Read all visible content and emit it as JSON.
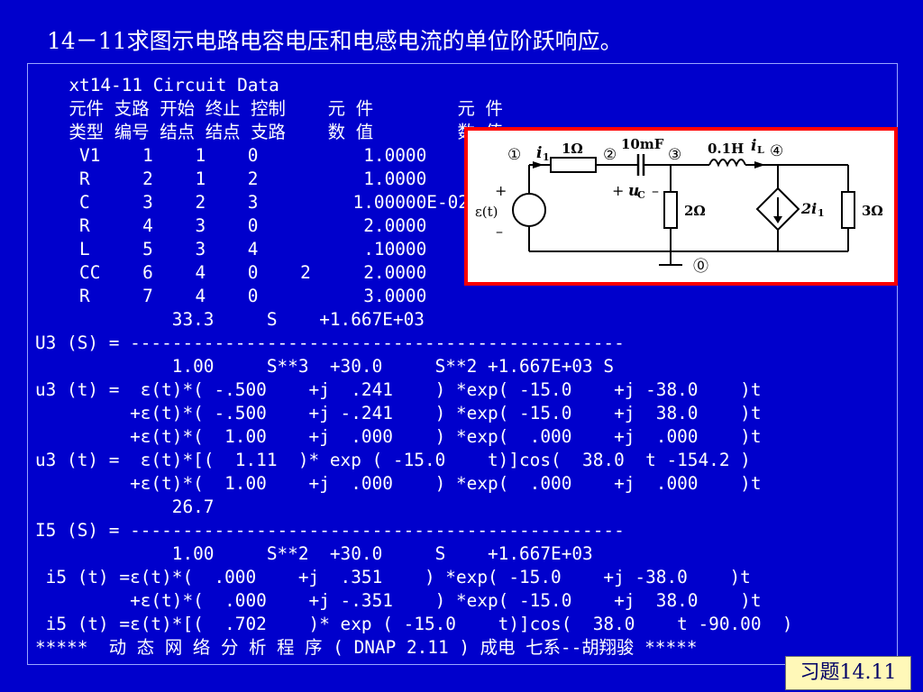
{
  "slide": {
    "title": "14－11求图示电路电容电压和电感电流的单位阶跃响应。",
    "badge": "习题14.11"
  },
  "output": {
    "lines": [
      "  xt14-11 Circuit Data",
      "  元件 支路 开始 终止 控制    元 件        元 件",
      "  类型 编号 结点 结点 支路    数 值        数 值",
      "   V1    1    1    0          1.0000",
      "   R     2    1    2          1.0000",
      "   C     3    2    3         1.00000E-02",
      "   R     4    3    0          2.0000",
      "   L     5    3    4          .10000",
      "   CC    6    4    0    2     2.0000",
      "   R     7    4    0          3.0000",
      "             33.3     S    +1.667E+03",
      "U3 (S) = -----------------------------------------------",
      "             1.00     S**3  +30.0     S**2 +1.667E+03 S",
      "u3 (t) =  ε(t)*( -.500    +j  .241    ) *exp( -15.0    +j -38.0    )t",
      "         +ε(t)*( -.500    +j -.241    ) *exp( -15.0    +j  38.0    )t",
      "         +ε(t)*(  1.00    +j  .000    ) *exp(  .000    +j  .000    )t",
      "u3 (t) =  ε(t)*[(  1.11  )* exp ( -15.0    t)]cos(  38.0  t -154.2 )",
      "         +ε(t)*(  1.00    +j  .000    ) *exp(  .000    +j  .000    )t",
      "             26.7",
      "I5 (S) = -----------------------------------------------",
      "             1.00     S**2  +30.0     S    +1.667E+03",
      " i5 (t) =ε(t)*(  .000    +j  .351    ) *exp( -15.0    +j -38.0    )t",
      "         +ε(t)*(  .000    +j -.351    ) *exp( -15.0    +j  38.0    )t",
      " i5 (t) =ε(t)*[(  .702    )* exp ( -15.0    t)]cos(  38.0    t -90.00  )",
      "*****  动 态 网 络 分 析 程 序 ( DNAP 2.11 ) 成电 七系--胡翔骏 *****"
    ]
  },
  "circuit": {
    "node1": "①",
    "node2": "②",
    "node3": "③",
    "node4": "④",
    "node0": "⓪",
    "i1_label": "i",
    "i1_sub": "1",
    "r1_label": "1Ω",
    "c_label": "10mF",
    "l_label": "0.1H",
    "il_label": "i",
    "il_sub": "L",
    "source_label": "ε(t)",
    "source_plus": "+",
    "source_minus": "–",
    "uc_plus": "+",
    "uc_label": "u",
    "uc_sub": "C",
    "uc_minus": "–",
    "r2_label": "2Ω",
    "cccs_label": "2i",
    "cccs_sub": "1",
    "r3_label": "3Ω"
  },
  "colors": {
    "background": "#0000cc",
    "text": "#ffffff",
    "circuit_frame": "#ff0000",
    "badge_bg": "#fff8b8"
  }
}
